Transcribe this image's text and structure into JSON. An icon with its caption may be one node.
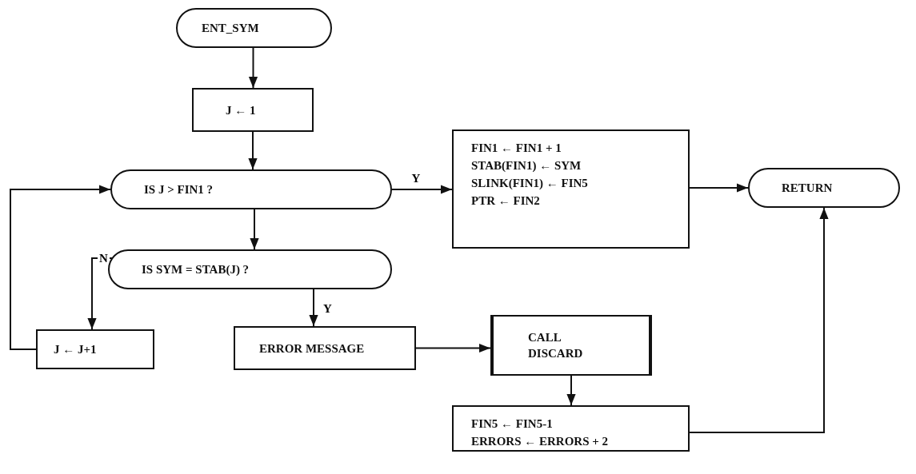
{
  "diagram": {
    "nodes": [
      {
        "text": [
          "ENT_SYM"
        ]
      },
      {
        "text": [
          "J ← 1"
        ]
      },
      {
        "text": [
          "IS J > FIN1 ?"
        ]
      },
      {
        "text": [
          "FIN1 ← FIN1 + 1",
          "STAB(FIN1) ← SYM",
          "SLINK(FIN1) ← FIN5",
          "PTR ← FIN2"
        ]
      },
      {
        "text": [
          "RETURN"
        ]
      },
      {
        "text": [
          "IS SYM = STAB(J) ?"
        ]
      },
      {
        "text": [
          "J ← J+1"
        ]
      },
      {
        "text": [
          "ERROR MESSAGE"
        ]
      },
      {
        "text": [
          "CALL DISCARD"
        ]
      },
      {
        "text": [
          "FIN5 ← FIN5-1",
          "ERRORS ← ERRORS + 2"
        ]
      }
    ],
    "edges": [
      {
        "from": 0,
        "to": 1,
        "arrow": "to"
      },
      {
        "from": 1,
        "to": 2,
        "arrow": "to"
      },
      {
        "from": 2,
        "to": 3,
        "arrow": "to",
        "label": "Y"
      },
      {
        "from": 3,
        "to": 4,
        "arrow": "to"
      },
      {
        "from": 2,
        "to": 5,
        "arrow": "to"
      },
      {
        "from": 5,
        "to": 6,
        "arrow": "to",
        "label": "N"
      },
      {
        "from": 5,
        "to": 7,
        "arrow": "to",
        "label": "Y"
      },
      {
        "from": 6,
        "to": 2,
        "arrow": "to"
      },
      {
        "from": 7,
        "to": 8,
        "arrow": "to"
      },
      {
        "from": 8,
        "to": 9,
        "arrow": "to"
      },
      {
        "from": 9,
        "to": 4,
        "arrow": "to"
      }
    ]
  }
}
